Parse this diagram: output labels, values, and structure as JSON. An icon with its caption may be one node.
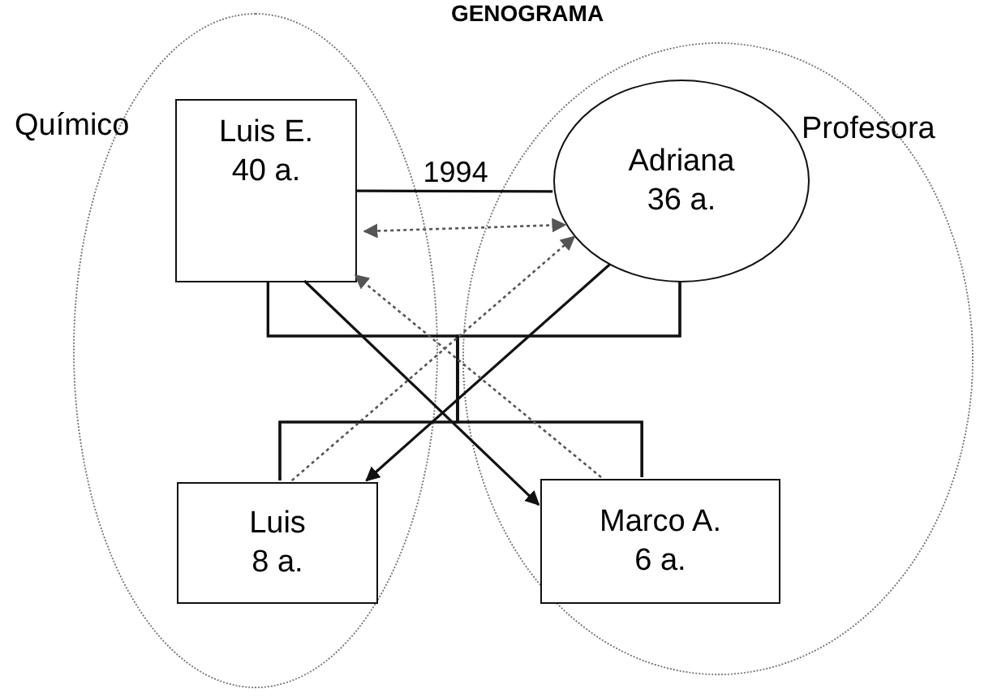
{
  "diagram": {
    "title": "GENOGRAMA",
    "nodes": [
      {
        "text": [
          "Químico"
        ]
      },
      {
        "text": [
          "Luis E.",
          "40 a."
        ],
        "in": 0
      },
      {
        "text": [
          "Profesora"
        ]
      },
      {
        "text": [
          "Adriana",
          "36 a."
        ],
        "in": 2
      },
      {
        "text": [
          "Luis",
          "8 a."
        ],
        "in": 0
      },
      {
        "text": [
          "Marco A.",
          "6 a."
        ],
        "in": 2
      }
    ],
    "edges": [
      {
        "from": 1,
        "to": 3,
        "arrow": "none",
        "label": "1994"
      },
      {
        "from": 1,
        "to": 3,
        "arrow": "both",
        "style": "dashed"
      },
      {
        "from": 1,
        "to": 4,
        "arrow": "none"
      },
      {
        "from": 1,
        "to": 5,
        "arrow": "none"
      },
      {
        "from": 3,
        "to": 4,
        "arrow": "none"
      },
      {
        "from": 3,
        "to": 5,
        "arrow": "none"
      },
      {
        "from": 1,
        "to": 5,
        "arrow": "to"
      },
      {
        "from": 3,
        "to": 4,
        "arrow": "to"
      },
      {
        "from": 4,
        "to": 3,
        "arrow": "to",
        "style": "dashed"
      },
      {
        "from": 5,
        "to": 1,
        "arrow": "to",
        "style": "dashed"
      }
    ]
  }
}
